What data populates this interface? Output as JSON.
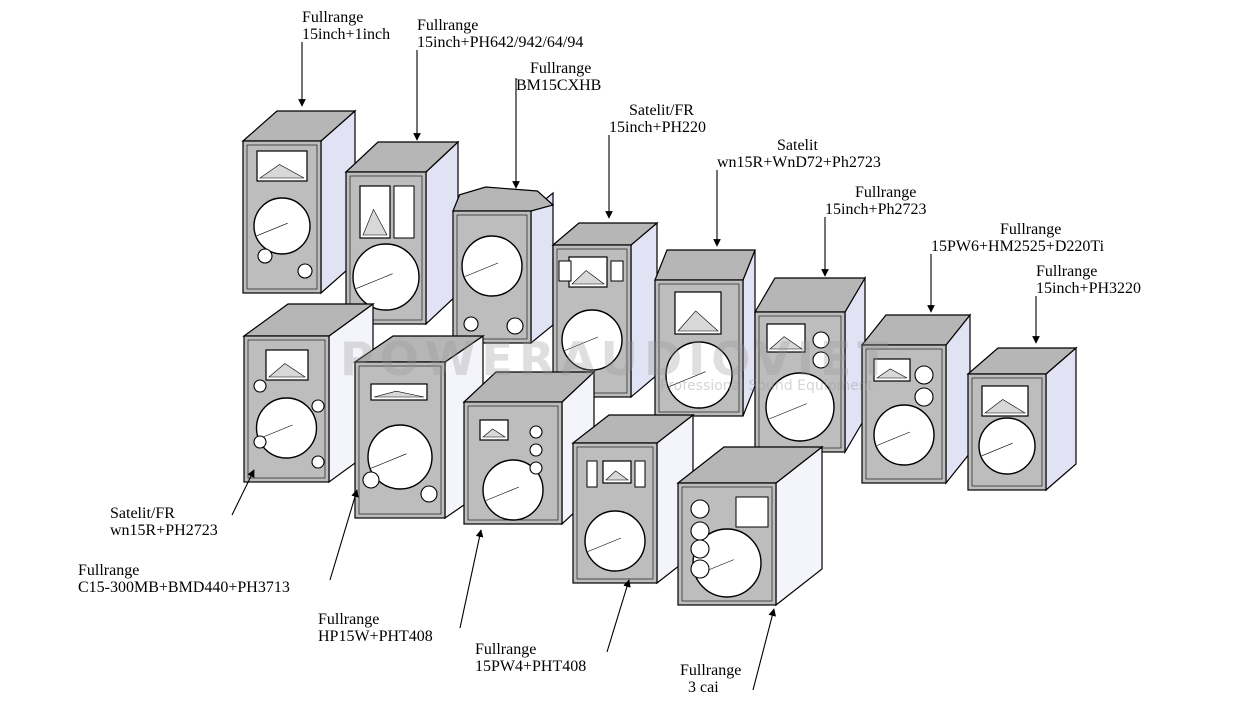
{
  "colors": {
    "top": "#b6b6b6",
    "front": "#bdbdbd",
    "side": "#f4f4fb",
    "side_blue": "#e2e2f5",
    "hole": "#ffffff",
    "stroke": "#000000"
  },
  "watermark": {
    "brand": "POWERAUDIOVIET",
    "tagline": "Professional Sound Equipment"
  },
  "labels": [
    {
      "lines": [
        "Fullrange",
        "15inch+1inch"
      ]
    },
    {
      "lines": [
        "Fullrange",
        "15inch+PH642/942/64/94"
      ]
    },
    {
      "lines": [
        "Fullrange",
        "BM15CXHB"
      ]
    },
    {
      "lines": [
        "Satelit/FR",
        "15inch+PH220"
      ]
    },
    {
      "lines": [
        "Satelit",
        "wn15R+WnD72+Ph2723"
      ]
    },
    {
      "lines": [
        "Fullrange",
        "15inch+Ph2723"
      ]
    },
    {
      "lines": [
        "Fullrange",
        "15PW6+HM2525+D220Ti"
      ]
    },
    {
      "lines": [
        "Fullrange",
        "15inch+PH3220"
      ]
    },
    {
      "lines": [
        "Satelit/FR",
        "wn15R+PH2723"
      ]
    },
    {
      "lines": [
        "Fullrange",
        "C15-300MB+BMD440+PH3713"
      ]
    },
    {
      "lines": [
        "Fullrange",
        "HP15W+PHT408"
      ]
    },
    {
      "lines": [
        "Fullrange",
        "15PW4+PHT408"
      ]
    },
    {
      "lines": [
        "Fullrange",
        "3 cai"
      ]
    }
  ]
}
